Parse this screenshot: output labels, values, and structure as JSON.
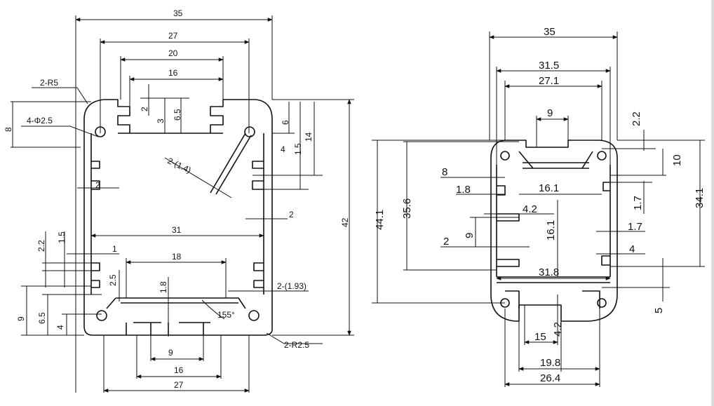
{
  "left_view": {
    "dims": {
      "w35": "35",
      "w27": "27",
      "w20": "20",
      "w16": "16",
      "r5": "2-R5",
      "h8": "8",
      "holes": "4-Φ2.5",
      "v2": "2",
      "v3": "3",
      "v65": "6.5",
      "v6": "6",
      "v14": "14",
      "d4": "4",
      "d15": "1.5",
      "diag": "2-(1.4)",
      "d2a": "2",
      "w31": "31",
      "d2b": "2",
      "h42": "42",
      "d1": "1",
      "v22": "2.2",
      "v15b": "1.5",
      "w18": "18",
      "v25": "2.5",
      "v18": "1.8",
      "d193": "2-(1.93)",
      "v9": "9",
      "v65b": "6.5",
      "v4": "4",
      "ang": "155°",
      "r25": "2-R2.5",
      "b9": "9",
      "b16": "16",
      "b27": "27"
    }
  },
  "right_view": {
    "dims": {
      "w35": "35",
      "w315": "31.5",
      "w271": "27.1",
      "w9": "9",
      "v22": "2.2",
      "v10": "10",
      "d8": "8",
      "d18": "1.8",
      "w161": "16.1",
      "v17": "1.7",
      "h341": "34.1",
      "h441": "44.1",
      "h356": "35.6",
      "w42": "4.2",
      "v161": "16.1",
      "d17b": "1.7",
      "v9b": "9",
      "d2": "2",
      "d4": "4",
      "w318": "31.8",
      "v5": "5",
      "w15": "15",
      "v42": "4.2",
      "w198": "19.8",
      "w264": "26.4"
    }
  }
}
